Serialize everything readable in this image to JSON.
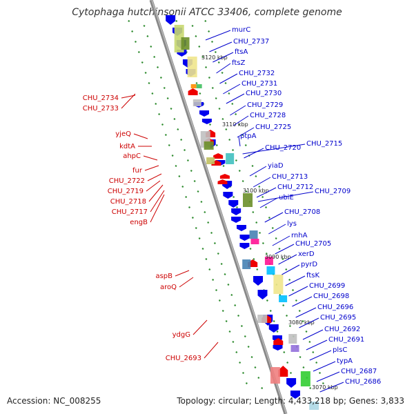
{
  "title": "Cytophaga hutchinsonii ATCC 33406, complete genome",
  "accession": "Accession: NC_008255",
  "topology": "Topology: circular; Length: 4,433,218 bp; Genes: 3,833",
  "kbp_marks": [
    "3120 kbp",
    "3110 kbp",
    "3100 kbp",
    "3090 kbp",
    "3080 kbp",
    "3070 kbp"
  ],
  "left_genes": [
    "CHU_2734",
    "CHU_2733",
    "yjeQ",
    "kdtA",
    "ahpC",
    "fur",
    "CHU_2722",
    "CHU_2719",
    "CHU_2718",
    "CHU_2717",
    "engB",
    "aspB",
    "aroQ",
    "ydgG",
    "CHU_2693"
  ],
  "right_genes": [
    "murC",
    "CHU_2737",
    "ftsA",
    "ftsZ",
    "CHU_2732",
    "CHU_2731",
    "CHU_2730",
    "CHU_2729",
    "CHU_2728",
    "CHU_2725",
    "ptpA",
    "CHU_2720",
    "CHU_2715",
    "yiaD",
    "CHU_2713",
    "CHU_2712",
    "CHU_2709",
    "ubiE",
    "CHU_2708",
    "lys",
    "rnhA",
    "CHU_2705",
    "xerD",
    "pyrD",
    "ftsK",
    "CHU_2699",
    "CHU_2698",
    "CHU_2696",
    "CHU_2695",
    "CHU_2692",
    "CHU_2691",
    "plsC",
    "typA",
    "CHU_2687",
    "CHU_2686"
  ],
  "colors": {
    "backbone": "#888888",
    "left_label": "#cc0000",
    "right_label": "#0000cc",
    "forward_gene": "#0000ee",
    "reverse_gene": "#ee0000",
    "gc_tick": "#2e8b2e"
  }
}
